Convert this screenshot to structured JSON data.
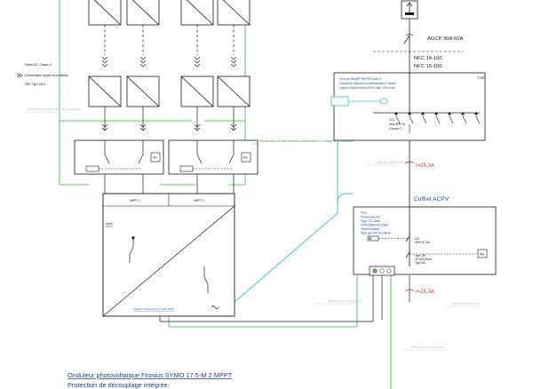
{
  "meta": {
    "colors": {
      "ground_green": "#5cc45c",
      "data_cyan": "#3ec7dc",
      "wire_black": "#1a1a1a",
      "text_blue": "#1f3f8f",
      "current_red": "#c0392b",
      "note_gray": "#b9c2c8"
    }
  },
  "left_notes": {
    "partie_dc": "Partie DC: Classe II",
    "connector_label": "Connectique rapide verrouillable",
    "ip_label": "IP67 Type MC4",
    "gray_note": "Conducteur équipotentiel de la structure"
  },
  "dc_box_note": "Parafoudres et interrupteurs-sectionneurs DC intégrés à l'onduleur",
  "inverter": {
    "mppt1": "MPPT 1",
    "mppt2": "MPPT 2",
    "model_strip": "Onduleur Fronius Symo 17.5-M 2 MPPT"
  },
  "ac_side": {
    "agcp": "AGCP 30A-60A",
    "nfc1": "NFC 14-100",
    "nfc2": "NFC 15-100",
    "tgbt": "TGBT",
    "compteur_lines": [
      "Fronius SMART METER 63A-3",
      "Compteur Injection consommation Fronius",
      "Liaison Data cordon RJ45 Cat6 10/m max"
    ],
    "breaker_lines": [
      "DJ1",
      "32A 3PH+N",
      "Courbe C"
    ],
    "current_1": "I=25.3A",
    "coffret": "Coffret ACPV:",
    "coffret_lines": [
      "PRC",
      "Parafoudre AC",
      "Type 1/2 20kA",
      "275V/280V/4x125kA",
      "+Porte-fusible",
      "Type gG 2M 10x38mm"
    ],
    "dj_lines": [
      "DJ1",
      "3PH+N 25A"
    ],
    "diff_lines": [
      "Inter DIF",
      "4P 40A 30mA",
      "Type AC"
    ],
    "current_2": "I=25.3A"
  },
  "cable_notes": {
    "fiber": "Câble de liaison RJ45 Cat6",
    "ac_cable": "Câble 5G6 mm² U1000R2V",
    "ac_cable_2": "Câble 5G6mm² 50m",
    "earth": "Conducteur cuivre 16mm²"
  },
  "footer": {
    "title_line1": "Onduleur photovoltaïque Fronius SYMO 17.5-M 2 MPPT",
    "title_line2": "Protection de découplage intégrée:"
  }
}
